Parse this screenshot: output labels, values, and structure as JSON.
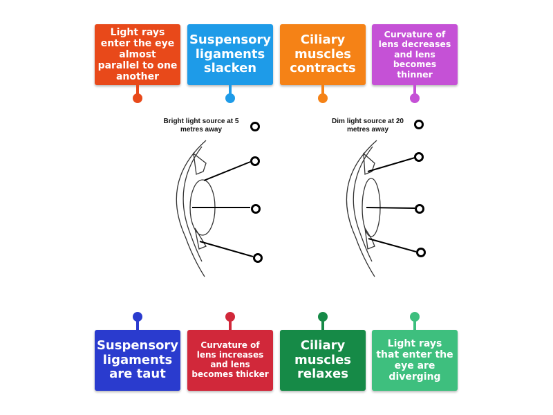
{
  "top_tiles": [
    {
      "label": "Light rays enter the eye almost parallel to one another",
      "color": "#e8491a"
    },
    {
      "label": "Suspensory ligaments slacken",
      "color": "#1e9be8"
    },
    {
      "label": "Ciliary muscles contracts",
      "color": "#f58216"
    },
    {
      "label": "Curvature of lens decreases and lens becomes thinner",
      "color": "#c551d6"
    }
  ],
  "bottom_tiles": [
    {
      "label": "Suspensory ligaments are taut",
      "color": "#2a3bce"
    },
    {
      "label": "Curvature of lens increases and lens becomes thicker",
      "color": "#d1283a"
    },
    {
      "label": "Ciliary muscles relaxes",
      "color": "#168a47"
    },
    {
      "label": "Light rays that enter the eye are diverging",
      "color": "#3ebf7e"
    }
  ],
  "diagram": {
    "left_caption": "Bright light source at 5 metres away",
    "right_caption": "Dim light source at 20 metres away"
  }
}
